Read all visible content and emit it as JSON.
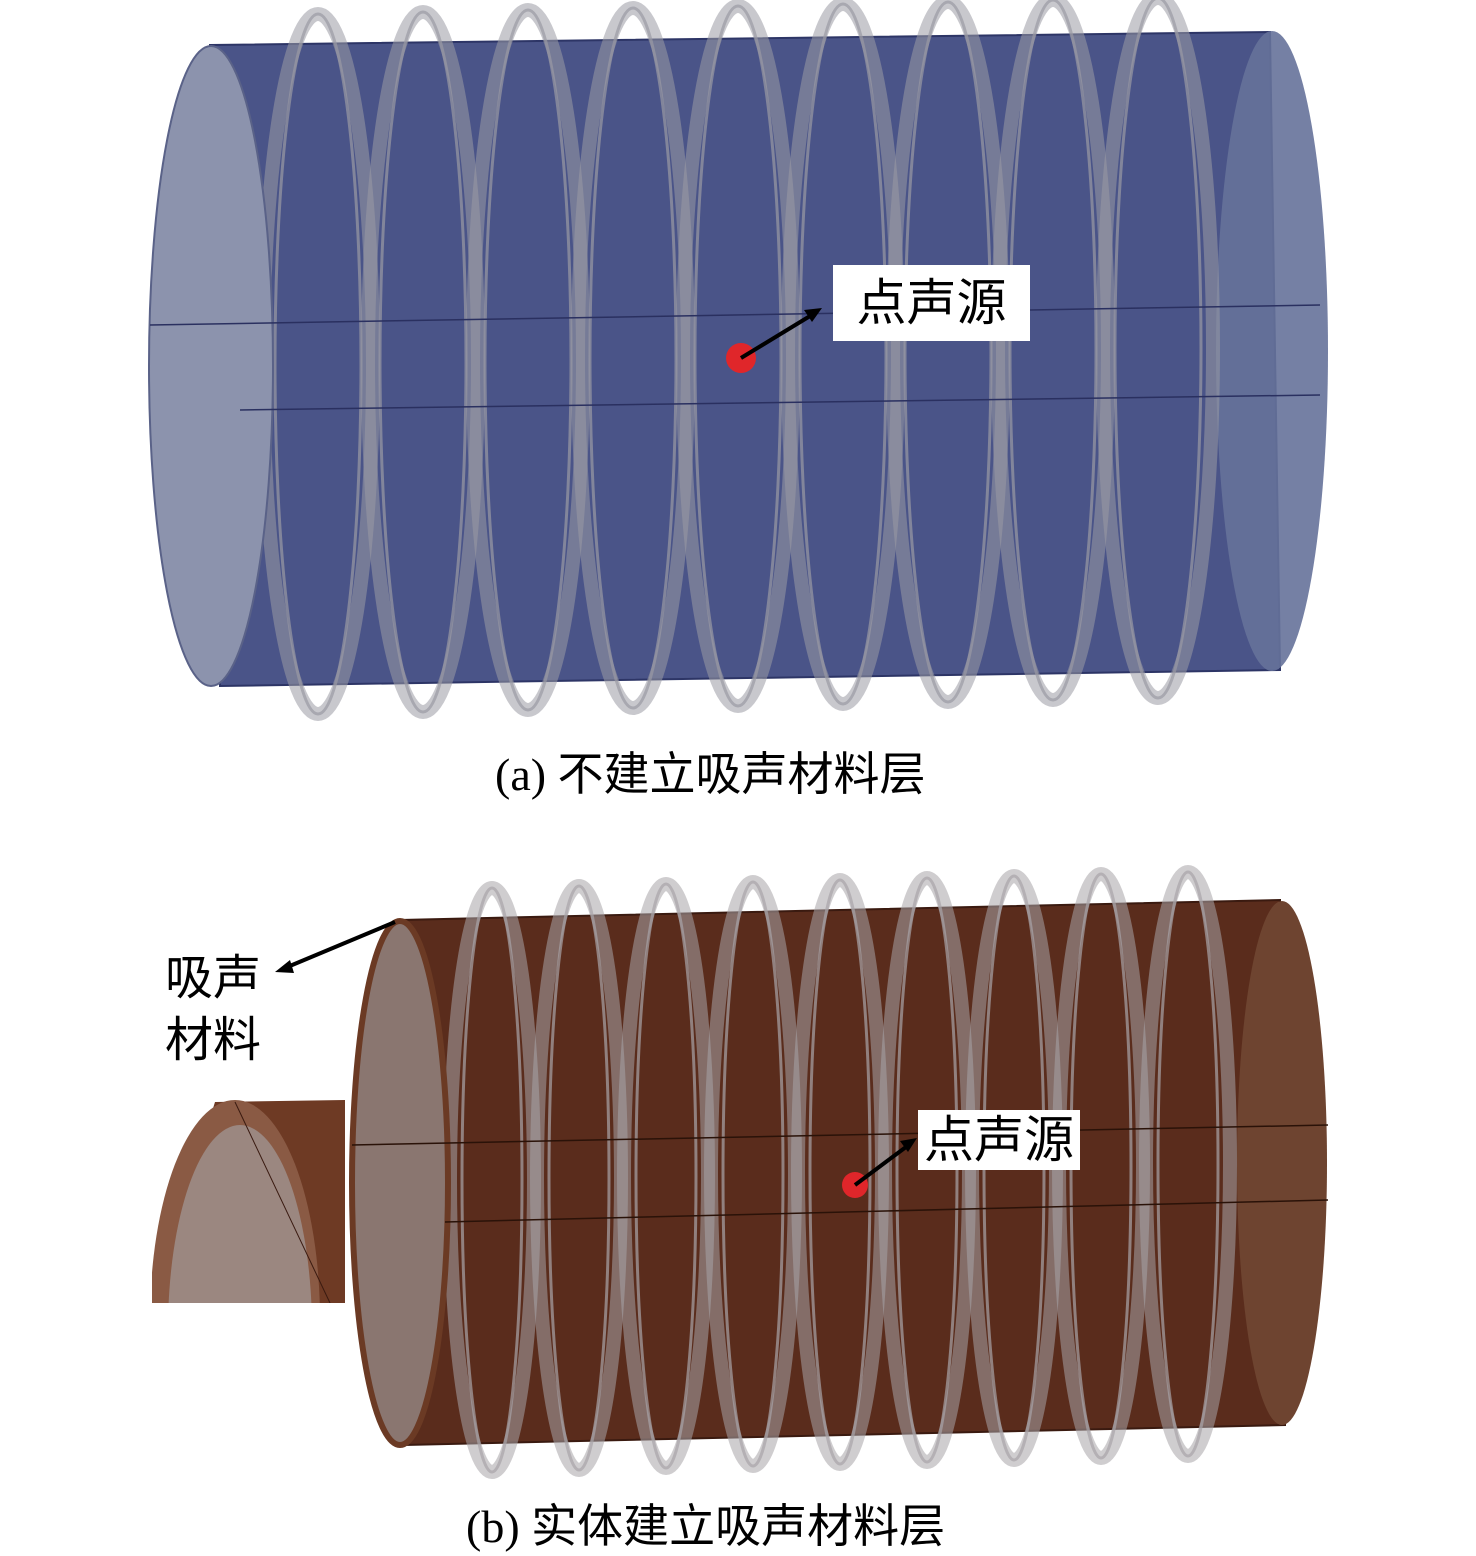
{
  "panel_a": {
    "source_label": "点声源",
    "caption": "(a) 不建立吸声材料层",
    "body_color": "#4a5488",
    "cap_color": "#8c93ad",
    "ring_count": 9
  },
  "panel_b": {
    "source_label": "点声源",
    "material_label_line1": "吸声",
    "material_label_line2": "材料",
    "caption": "(b) 实体建立吸声材料层",
    "body_color": "#5a2c1c",
    "cap_color": "#8a7670",
    "ring_count": 9
  },
  "colors": {
    "source_dot": "#e0262a",
    "ring": "#6a6a72"
  }
}
